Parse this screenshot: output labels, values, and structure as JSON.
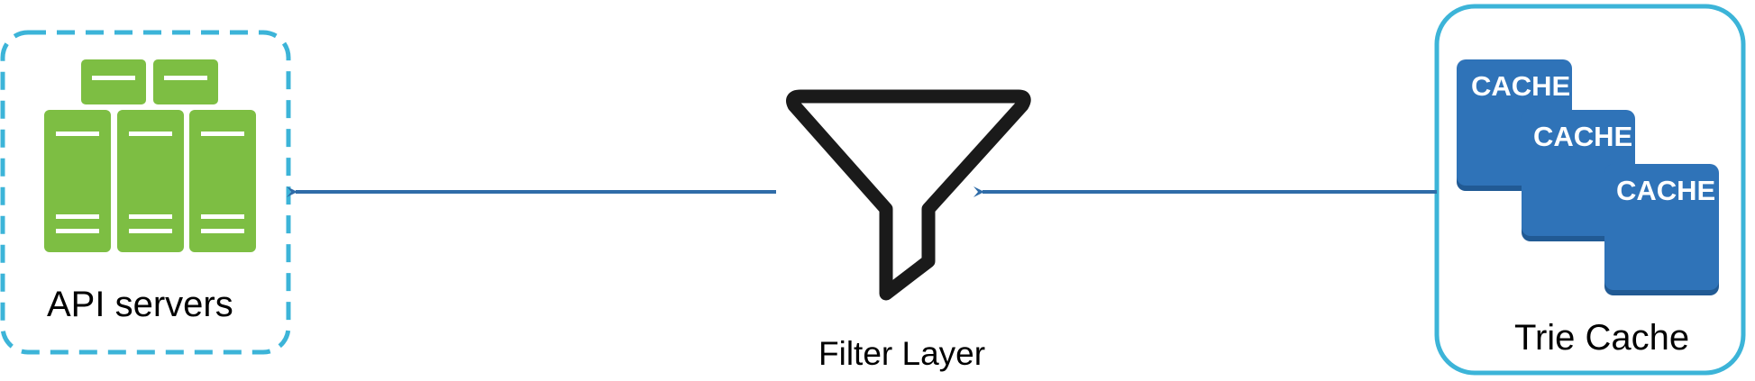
{
  "nodes": {
    "api_servers": {
      "label": "API servers",
      "border_color": "#3cb4d8",
      "server_color": "#7dbe43",
      "icon": "server-rack-icon"
    },
    "filter_layer": {
      "label": "Filter Layer",
      "icon": "funnel-icon",
      "stroke_color": "#1a1a1a"
    },
    "trie_cache": {
      "label": "Trie Cache",
      "border_color": "#3cb4d8",
      "cache_color": "#2f73b8",
      "icon": "cache-icon",
      "cache_labels": [
        "CACHE",
        "CACHE",
        "CACHE"
      ]
    }
  },
  "edges": [
    {
      "from": "trie_cache",
      "to": "filter_layer",
      "color": "#2f6ca8"
    },
    {
      "from": "filter_layer",
      "to": "api_servers",
      "color": "#2f6ca8"
    }
  ]
}
